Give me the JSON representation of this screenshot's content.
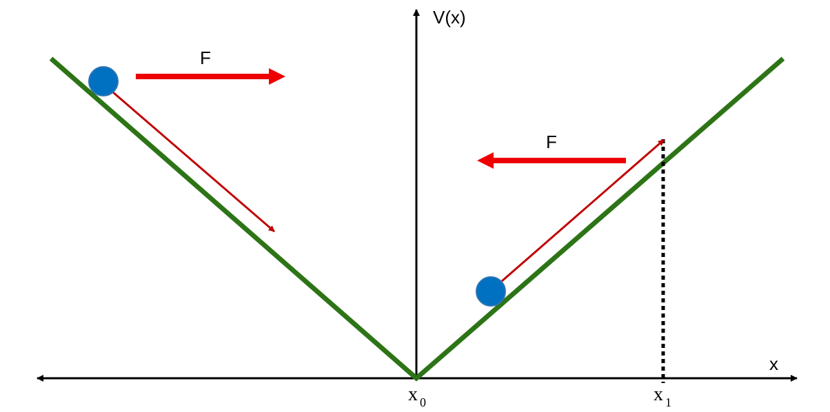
{
  "labels": {
    "y_axis": "V(x)",
    "x_axis": "x",
    "x0_main": "x",
    "x0_sub": "0",
    "x1_main": "x",
    "x1_sub": "1",
    "force_left": "F",
    "force_right": "F"
  },
  "colors": {
    "potential": "#2d7417",
    "force_arrow": "#ee0000",
    "motion_arrow": "#c00000",
    "ball_fill": "#0070c0",
    "ball_stroke": "#2e75b6",
    "axis": "#000000",
    "marker": "#000000"
  },
  "icons": {
    "ball": "ball-icon",
    "force": "arrow-icon"
  }
}
